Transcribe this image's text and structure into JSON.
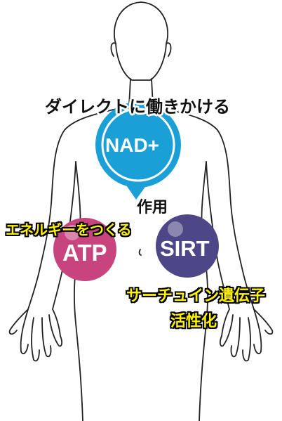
{
  "labels": {
    "direct_action": "ダイレクトに働きかける",
    "nad": "NAD+",
    "action": "作用",
    "energy": "エネルギーをつくる",
    "atp": "ATP",
    "sirt": "SIRT",
    "sirtuin_gene": "サーチュイン遺伝子",
    "activation": "活性化"
  },
  "colors": {
    "nad": "#1a9fd6",
    "atp": "#c7447f",
    "sirt": "#4d4788",
    "highlight_text": "#fff200"
  }
}
